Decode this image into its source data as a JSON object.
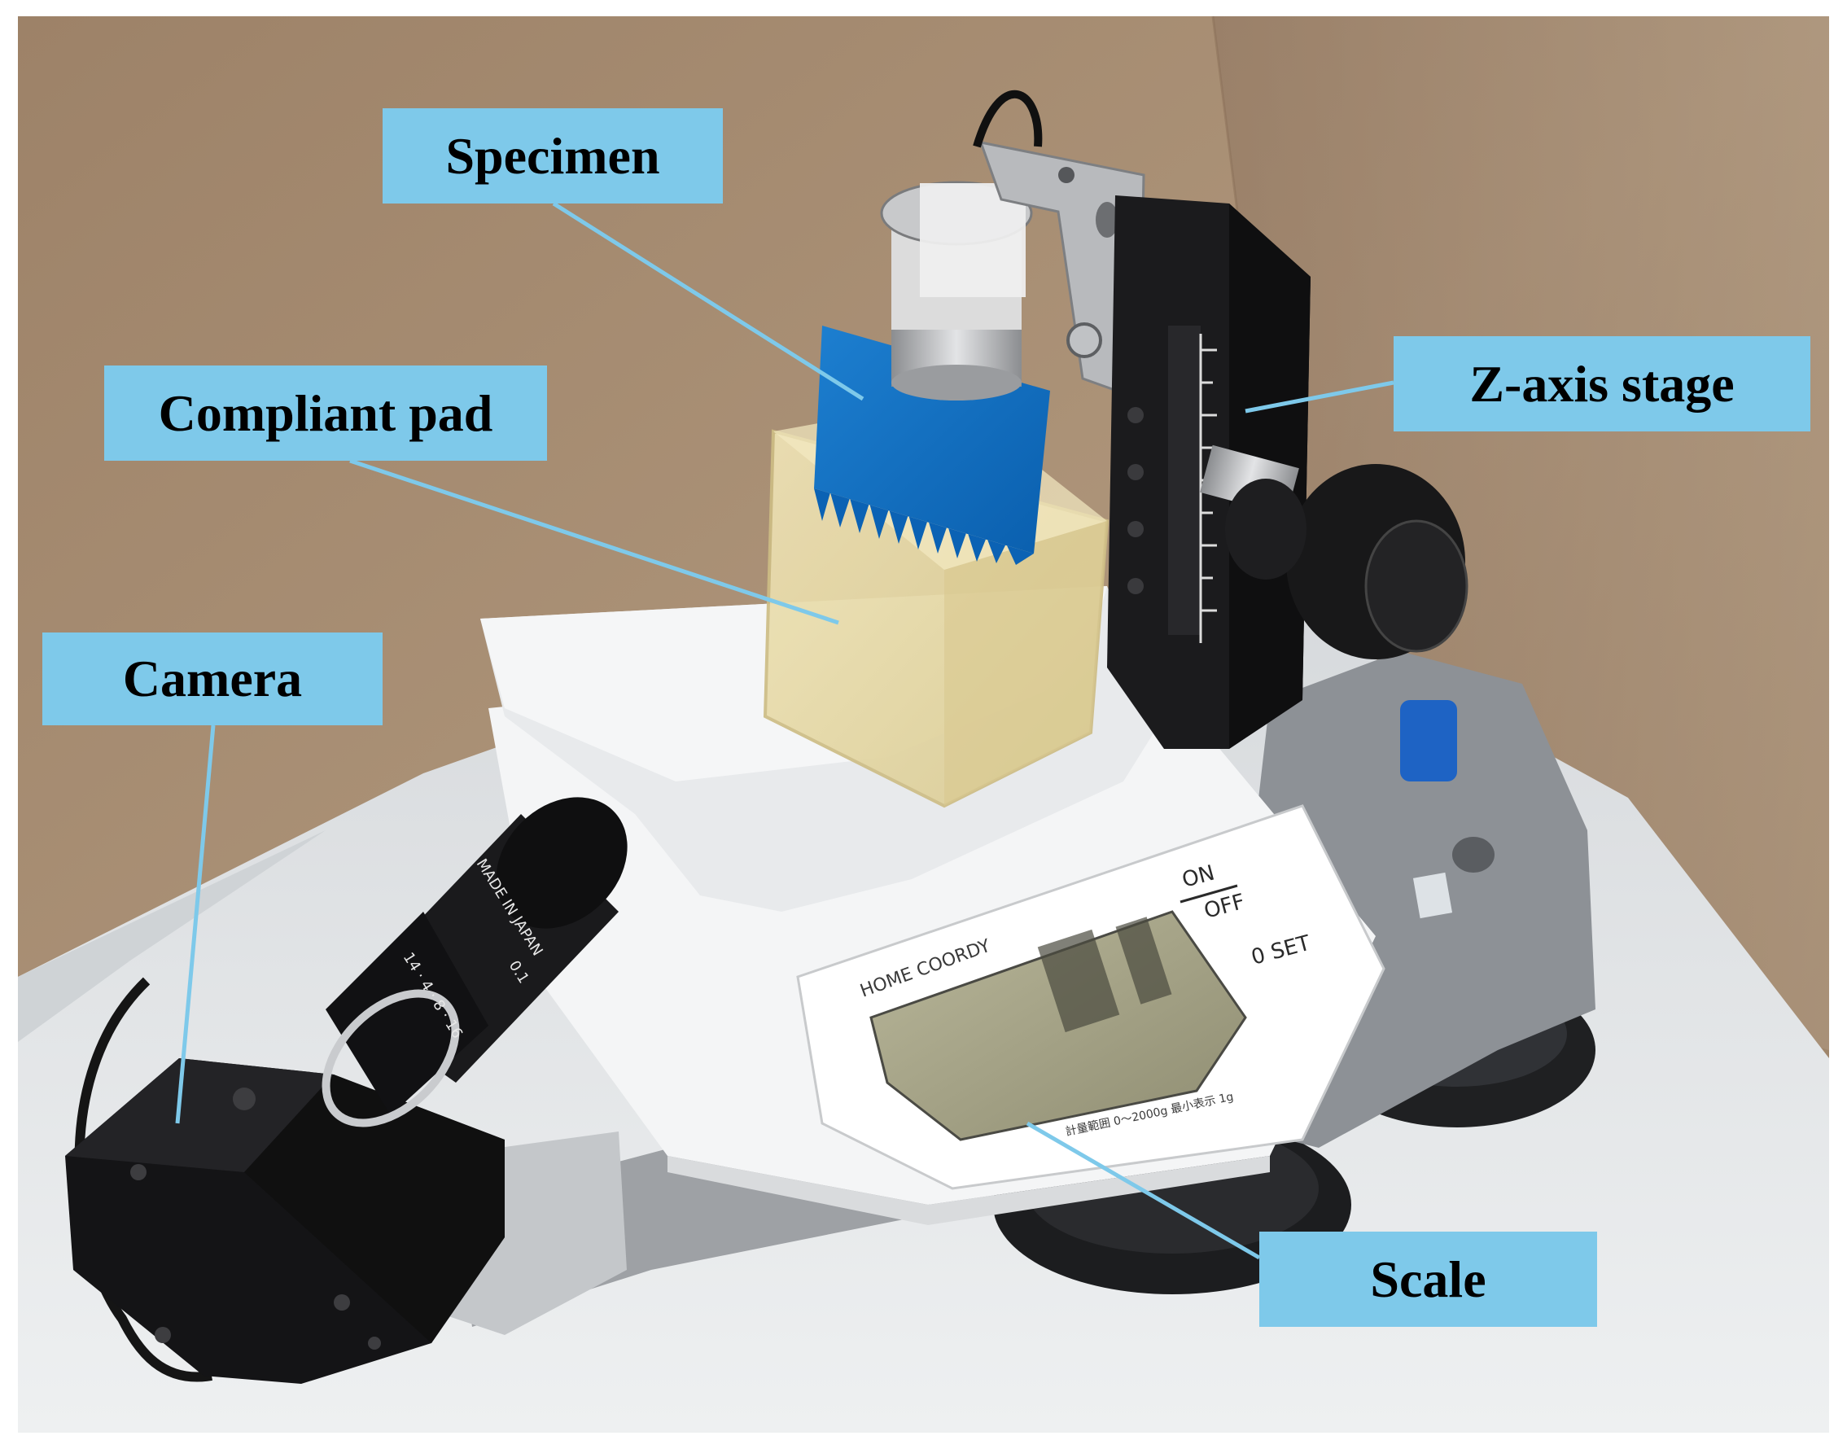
{
  "figure": {
    "labels": {
      "specimen": "Specimen",
      "compliant_pad": "Compliant pad",
      "camera": "Camera",
      "z_axis_stage": "Z-axis stage",
      "scale": "Scale"
    },
    "device_text": {
      "lens_marking": "MADE IN JAPAN",
      "lens_scale": "14 · 4 · 8 · 16",
      "lens_ring": "0.1",
      "scale_on": "ON",
      "scale_off": "OFF",
      "scale_zero": "0 SET",
      "scale_brand": "HOME COORDY",
      "scale_range": "計量範囲 0～2000g  最小表示 1g"
    },
    "colors": {
      "label_fill": "#7ec9ea",
      "leader_line": "#7ec9ea",
      "background_board": "#a68d72",
      "table": "#e6e8ea"
    }
  }
}
